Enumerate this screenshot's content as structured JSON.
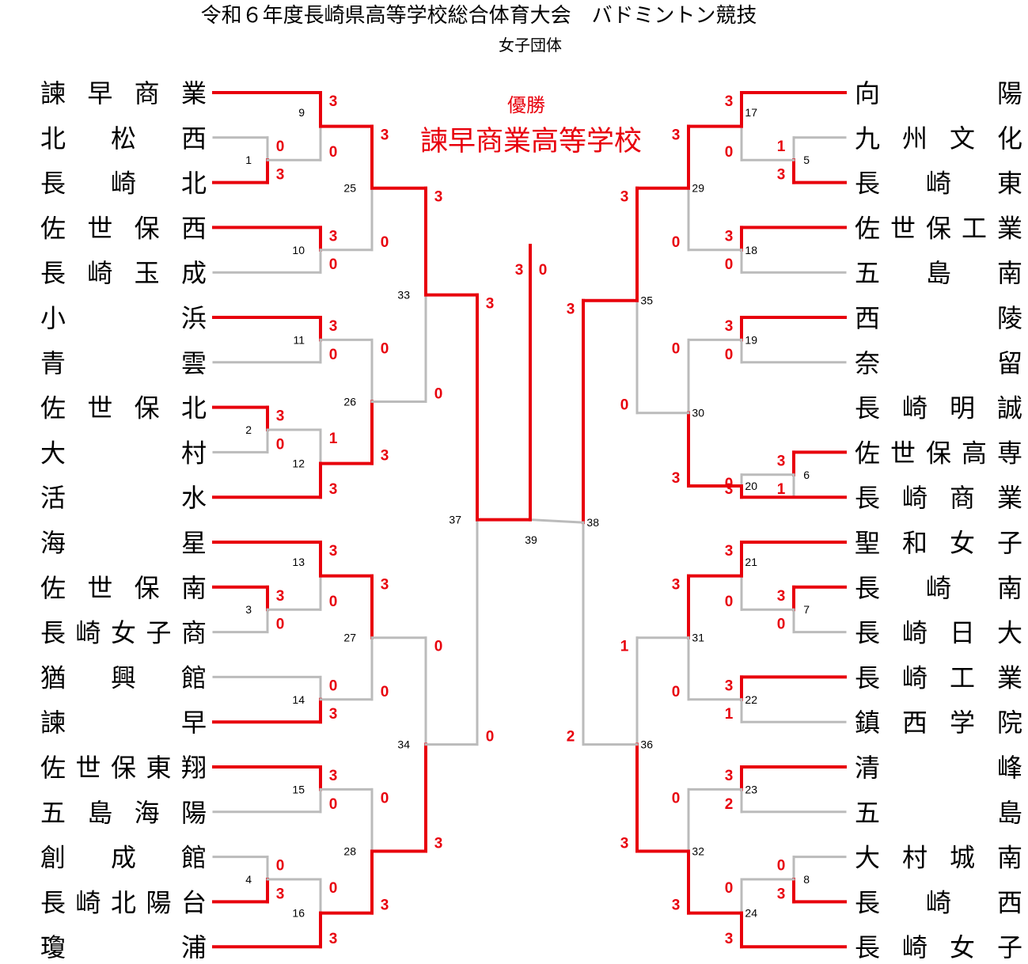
{
  "title": "令和６年度長崎県高等学校総合体育大会　バドミントン競技",
  "subtitle": "女子団体",
  "champion": {
    "label": "優勝",
    "name": "諫早商業高等学校"
  },
  "colors": {
    "win": "#e8000c",
    "lose": "#bbbbbb",
    "score": "#e8000c"
  },
  "left_teams": [
    "諫早商業",
    "北松西",
    "長崎北",
    "佐世保西",
    "長崎玉成",
    "小浜",
    "青雲",
    "佐世保北",
    "大村",
    "活水",
    "海星",
    "佐世保南",
    "長崎女子商",
    "猶興館",
    "諫早",
    "佐世保東翔",
    "五島海陽",
    "創成館",
    "長崎北陽台",
    "瓊浦"
  ],
  "right_teams": [
    "向陽",
    "九州文化",
    "長崎東",
    "佐世保工業",
    "五島南",
    "西陵",
    "奈留",
    "長崎明誠",
    "佐世保高専",
    "長崎商業",
    "聖和女子",
    "長崎南",
    "長崎日大",
    "長崎工業",
    "鎮西学院",
    "清峰",
    "五島",
    "大村城南",
    "長崎西",
    "長崎女子"
  ],
  "match_labels": {
    "m1": "1",
    "m2": "2",
    "m3": "3",
    "m4": "4",
    "m5": "5",
    "m6": "6",
    "m7": "7",
    "m8": "8",
    "m9": "9",
    "m10": "10",
    "m11": "11",
    "m12": "12",
    "m13": "13",
    "m14": "14",
    "m15": "15",
    "m16": "16",
    "m17": "17",
    "m18": "18",
    "m19": "19",
    "m20": "20",
    "m21": "21",
    "m22": "22",
    "m23": "23",
    "m24": "24",
    "m25": "25",
    "m26": "26",
    "m27": "27",
    "m28": "28",
    "m29": "29",
    "m30": "30",
    "m31": "31",
    "m32": "32",
    "m33": "33",
    "m34": "34",
    "m35": "35",
    "m36": "36",
    "m37": "37",
    "m38": "38",
    "m39": "39"
  },
  "scores": {
    "m1": [
      "0",
      "3"
    ],
    "m2": [
      "3",
      "0"
    ],
    "m3": [
      "3",
      "0"
    ],
    "m4": [
      "0",
      "3"
    ],
    "m5": [
      "1",
      "3"
    ],
    "m6": [
      "3",
      "1"
    ],
    "m7": [
      "3",
      "0"
    ],
    "m8": [
      "0",
      "3"
    ],
    "m9": [
      "3",
      "0"
    ],
    "m10": [
      "3",
      "0"
    ],
    "m11": [
      "3",
      "0"
    ],
    "m12": [
      "1",
      "3"
    ],
    "m13": [
      "3",
      "0"
    ],
    "m14": [
      "0",
      "3"
    ],
    "m15": [
      "3",
      "0"
    ],
    "m16": [
      "0",
      "3"
    ],
    "m17": [
      "3",
      "0"
    ],
    "m18": [
      "3",
      "0"
    ],
    "m19": [
      "3",
      "0"
    ],
    "m20": [
      "0",
      "3"
    ],
    "m21": [
      "3",
      "0"
    ],
    "m22": [
      "3",
      "1"
    ],
    "m23": [
      "3",
      "2"
    ],
    "m24": [
      "0",
      "3"
    ],
    "m25": [
      "3",
      "0"
    ],
    "m26": [
      "0",
      "3"
    ],
    "m27": [
      "3",
      "0"
    ],
    "m28": [
      "0",
      "3"
    ],
    "m29": [
      "3",
      "0"
    ],
    "m30": [
      "0",
      "3"
    ],
    "m31": [
      "3",
      "0"
    ],
    "m32": [
      "0",
      "3"
    ],
    "m33": [
      "3",
      "0"
    ],
    "m34": [
      "0",
      "3"
    ],
    "m35": [
      "3",
      "0"
    ],
    "m36": [
      "1",
      "3"
    ],
    "m37": [
      "3",
      "0"
    ],
    "m38": [
      "3",
      "2"
    ],
    "m39": [
      "3",
      "0"
    ]
  }
}
